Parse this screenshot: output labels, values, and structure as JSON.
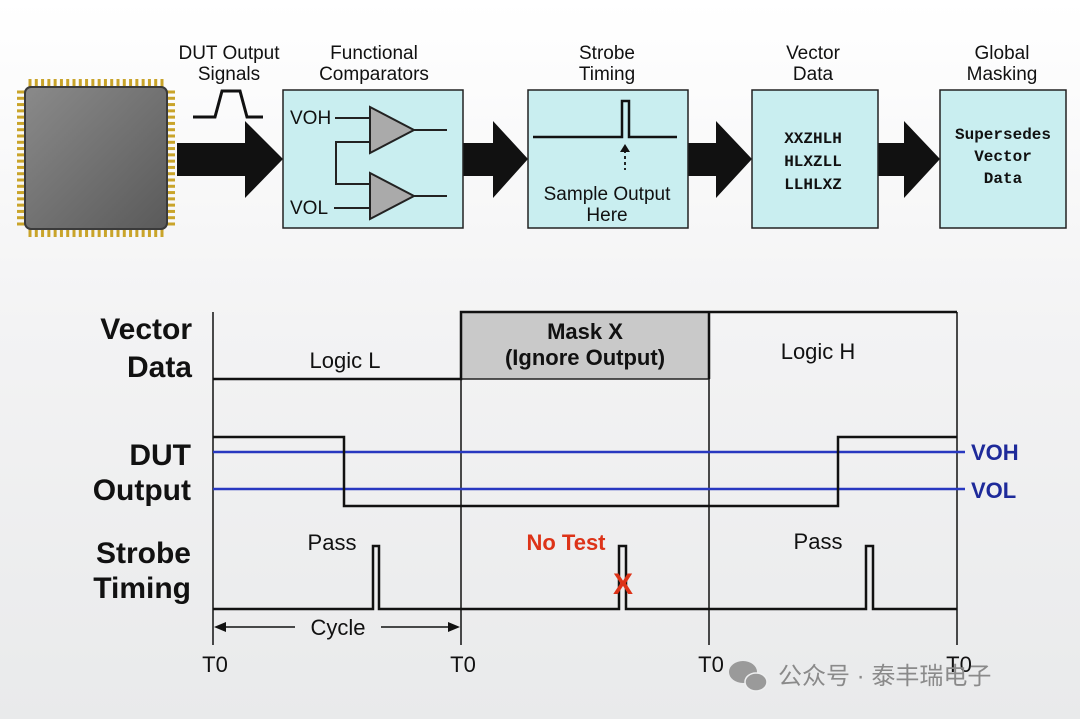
{
  "pipeline": {
    "chip": {
      "icon": "ic-chip-icon"
    },
    "captions": {
      "dut_line1": "DUT Output",
      "dut_line2": "Signals",
      "comp_line1": "Functional",
      "comp_line2": "Comparators",
      "strobe_line1": "Strobe",
      "strobe_line2": "Timing",
      "vector_line1": "Vector",
      "vector_line2": "Data",
      "mask_line1": "Global",
      "mask_line2": "Masking"
    },
    "comparators": {
      "voh": "VOH",
      "vol": "VOL"
    },
    "strobe_box": {
      "line1": "Sample Output",
      "line2": "Here"
    },
    "vector_box": {
      "line1": "XXZHLH",
      "line2": "HLXZLL",
      "line3": "LLHLXZ"
    },
    "mask_box": {
      "line1": "Supersedes",
      "line2": "Vector",
      "line3": "Data"
    }
  },
  "timing": {
    "row_labels": {
      "vector1": "Vector",
      "vector2": "Data",
      "dut1": "DUT",
      "dut2": "Output",
      "strobe1": "Strobe",
      "strobe2": "Timing"
    },
    "segments": {
      "logic_l": "Logic L",
      "mask1": "Mask X",
      "mask2": "(Ignore Output)",
      "logic_h": "Logic H"
    },
    "thresholds": {
      "voh": "VOH",
      "vol": "VOL"
    },
    "strobes": {
      "pass1": "Pass",
      "notest": "No Test",
      "pass2": "Pass",
      "x_mark": "X"
    },
    "cycle_label": "Cycle",
    "t0_labels": [
      "T0",
      "T0",
      "T0",
      "T0"
    ]
  },
  "watermark": "公众号 · 泰丰瑞电子",
  "colors": {
    "box_fill": "#c9eef0",
    "mask_fill": "#c9c9c9",
    "threshold_line": "#2838c0",
    "threshold_text": "#1e2a9a",
    "notest_red": "#dd3318",
    "chip_body": "#6e6e6e",
    "chip_pins": "#c9a42a"
  }
}
